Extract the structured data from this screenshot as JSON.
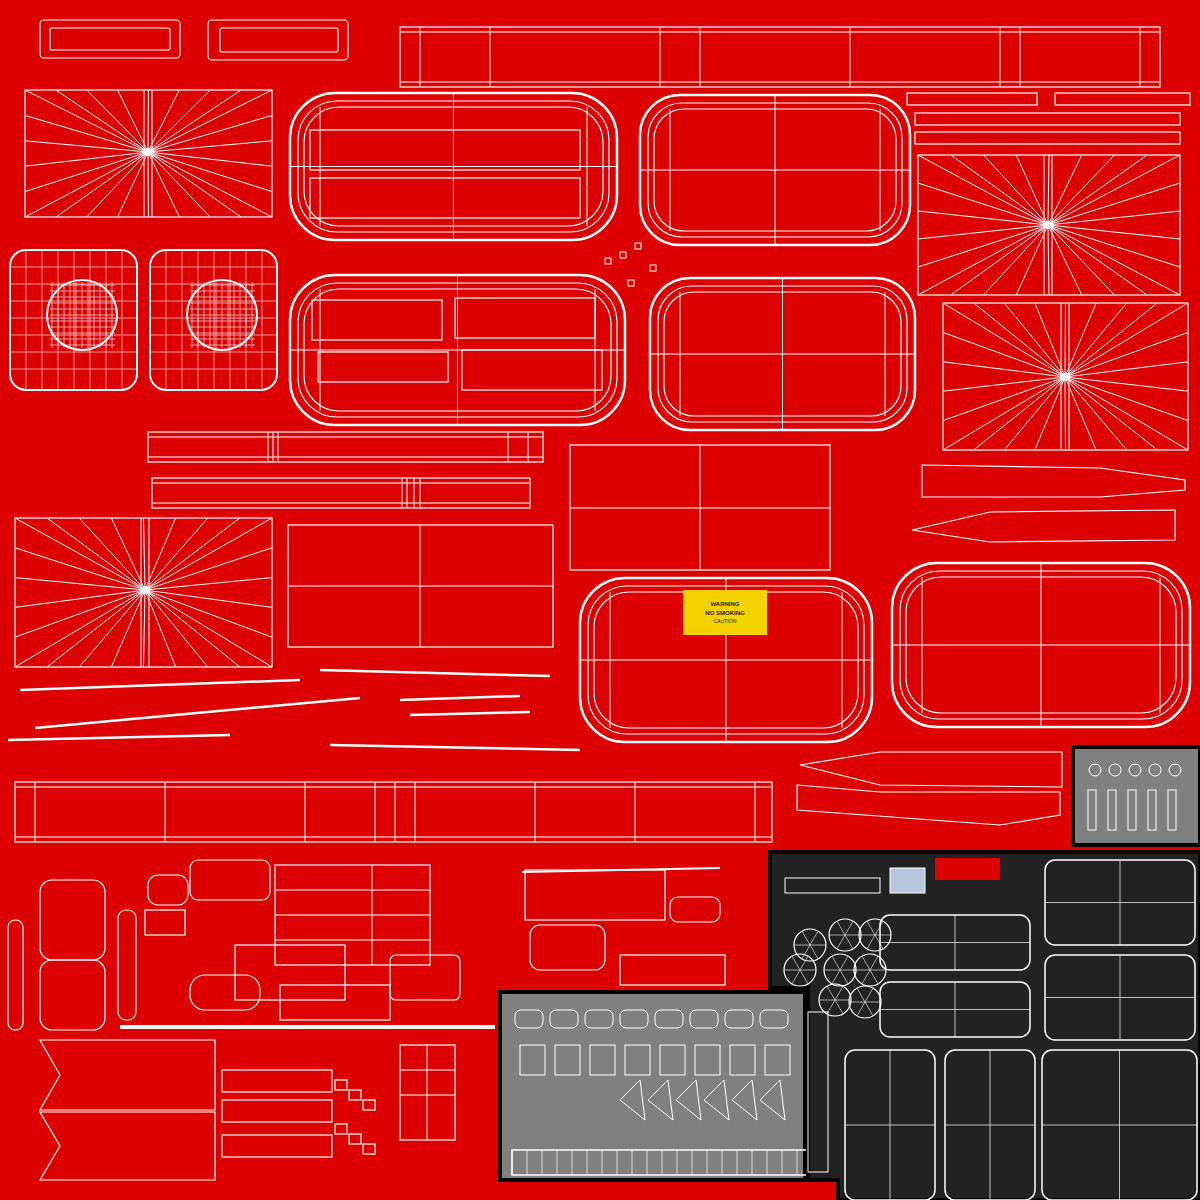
{
  "diagram": {
    "nodes": [
      {
        "text": [
          "WARNING",
          "NO SMOKING",
          "CAUTION"
        ]
      }
    ]
  }
}
